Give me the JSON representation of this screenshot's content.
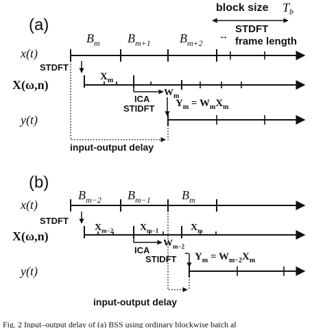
{
  "header": {
    "block_size": "block size",
    "block_size_symbol": "T",
    "block_size_sub": "b",
    "stdft_frame_line1": "STDFT",
    "stdft_frame_line2": "frame length",
    "frame_arrow": "↔"
  },
  "panel_a": {
    "tag": "(a)",
    "blocks": [
      {
        "base": "B",
        "sub": "m"
      },
      {
        "base": "B",
        "sub": "m+1"
      },
      {
        "base": "B",
        "sub": "m+2"
      }
    ],
    "row_x": "x(t)",
    "row_X": "X(ω,n)",
    "row_y": "y(t)",
    "stdft": "STDFT",
    "ica": "ICA",
    "stidft": "STIDFT",
    "Xm": {
      "base": "X",
      "sub": "m"
    },
    "Wm": {
      "base": "W",
      "sub": "m"
    },
    "equation": {
      "lhs_base": "Y",
      "lhs_sub": "m",
      "eq": " = ",
      "w_base": "W",
      "w_sub": "m",
      "x_base": "X",
      "x_sub": "m"
    },
    "delay_label": "input-output delay"
  },
  "panel_b": {
    "tag": "(b)",
    "blocks": [
      {
        "base": "B",
        "sub": "m−2"
      },
      {
        "base": "B",
        "sub": "m−1"
      },
      {
        "base": "B",
        "sub": "m"
      }
    ],
    "row_x": "x(t)",
    "row_X": "X(ω,n)",
    "row_y": "y(t)",
    "stdft": "STDFT",
    "ica": "ICA",
    "stidft": "STIDFT",
    "X_labels": [
      {
        "base": "X",
        "sub": "m−2"
      },
      {
        "base": "X",
        "sub": "m−1"
      },
      {
        "base": "X",
        "sub": "m"
      }
    ],
    "W": {
      "base": "W",
      "sub": "m−2"
    },
    "equation": {
      "lhs_base": "Y",
      "lhs_sub": "m",
      "eq": " = ",
      "w_base": "W",
      "w_sub": "m−2",
      "x_base": "X",
      "x_sub": "m"
    },
    "delay_label": "input-output delay"
  },
  "caption": "Fig. 2    Input–output delay of (a) BSS using ordinary blockwise batch al"
}
